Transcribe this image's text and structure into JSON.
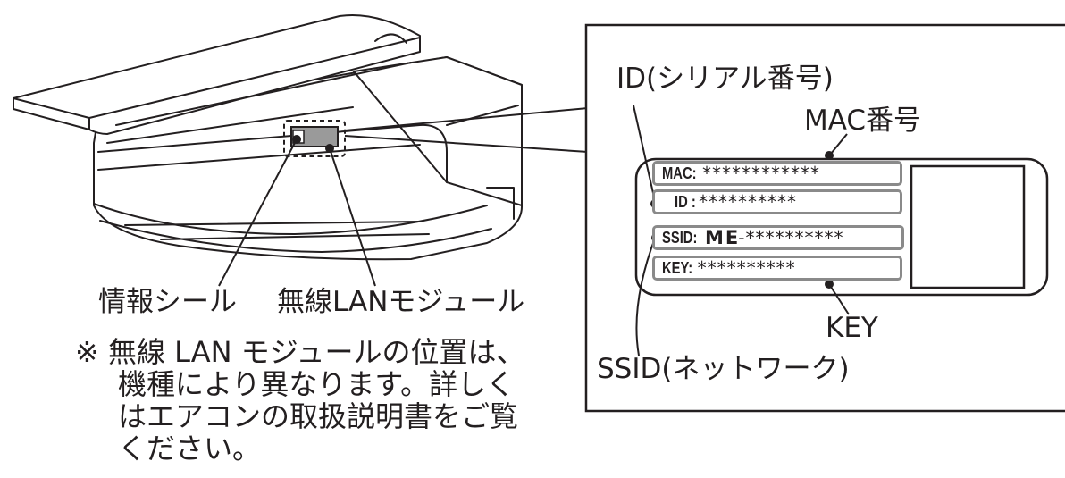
{
  "labels": {
    "id_serial": "ID(シリアル番号)",
    "mac_number": "MAC番号",
    "key": "KEY",
    "ssid_network": "SSID(ネットワーク)",
    "info_seal": "情報シール",
    "wireless_module": "無線LANモジュール"
  },
  "note": {
    "mark": "※",
    "line1": "無線 LAN モジュールの位置は、",
    "line2": "機種により異なります。詳しく",
    "line3": "はエアコンの取扱説明書をご覧",
    "line4": "ください。"
  },
  "seal": {
    "mac_label": "MAC:",
    "mac_value": "************",
    "id_label": "ID :",
    "id_value": "**********",
    "ssid_label": "SSID:",
    "ssid_prefix": "ME",
    "ssid_value": "-**********",
    "key_label": "KEY:",
    "key_value": "**********"
  },
  "colors": {
    "line": "#231f20",
    "field_border": "#8a8a8a"
  },
  "icons": [
    "air-conditioner-illustration",
    "module-indicator-dot"
  ]
}
